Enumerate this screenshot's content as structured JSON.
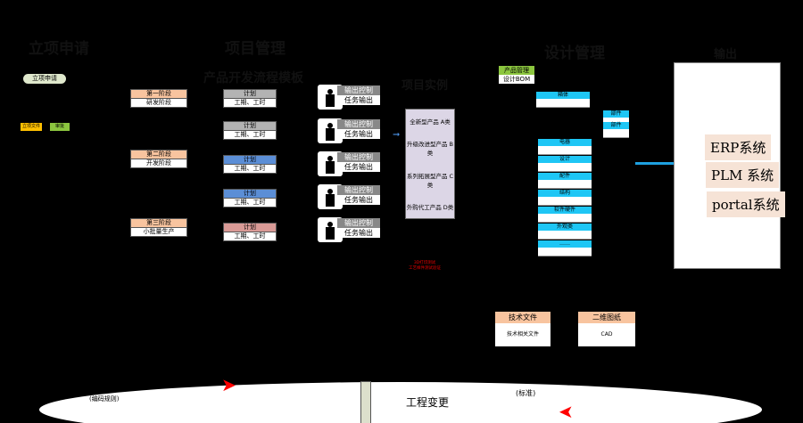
{
  "headings": {
    "apply": "立项申请",
    "project": "项目管理",
    "flow": "产品开发流程模板",
    "example": "项目实例",
    "design": "设计管理",
    "output": "输出"
  },
  "apply": {
    "pill": "立项申请",
    "doc": "立项文件",
    "approve": "审批"
  },
  "stages": [
    {
      "title": "第一阶段",
      "sub": "研发阶段"
    },
    {
      "title": "第二阶段",
      "sub": "开发阶段"
    },
    {
      "title": "第三阶段",
      "sub": "小批量生产"
    }
  ],
  "plans": [
    {
      "title": "计划",
      "sub": "工期、工时"
    },
    {
      "title": "计划",
      "sub": "工期、工时"
    },
    {
      "title": "计划",
      "sub": "工期、工时"
    },
    {
      "title": "计划",
      "sub": "工期、工时"
    },
    {
      "title": "计划",
      "sub": "工期、工时"
    }
  ],
  "colors": {
    "gray": "#b3b3b3",
    "blue": "#5b8ed6",
    "pink": "#d99a96",
    "orange": "#f8c49f",
    "cyan": "#1ec6f5",
    "green": "#8cc63f",
    "yellow": "#ffc000"
  },
  "persons": [
    {
      "title": "输出控制",
      "sub": "任务输出"
    },
    {
      "title": "输出控制",
      "sub": "任务输出"
    },
    {
      "title": "输出控制",
      "sub": "任务输出"
    },
    {
      "title": "输出控制",
      "sub": "任务输出"
    },
    {
      "title": "输出控制",
      "sub": "任务输出"
    }
  ],
  "examples": [
    "全新型产品 A类",
    "升级改进型产品 B类",
    "系列拓展型产品 C类",
    "外购代工产品 D类"
  ],
  "red_note": [
    "3D打印测试",
    "工艺样件测试验证"
  ],
  "product": {
    "title": "产品管理",
    "sub": "设计BOM"
  },
  "design_items": [
    "箱体",
    "部件",
    "部件",
    "电器",
    "设计",
    "配件",
    "结构",
    "软件硬件",
    "外观类",
    "……"
  ],
  "tech": {
    "title": "技术文件",
    "sub": "技术相关文件"
  },
  "drawing": {
    "title": "二维图纸",
    "sub": "CAD"
  },
  "systems": [
    "ERP系统",
    "PLM 系统",
    "portal系统"
  ],
  "ellipse": {
    "left": "(编码规则)",
    "right": "(标准)",
    "center": "工程变更"
  }
}
